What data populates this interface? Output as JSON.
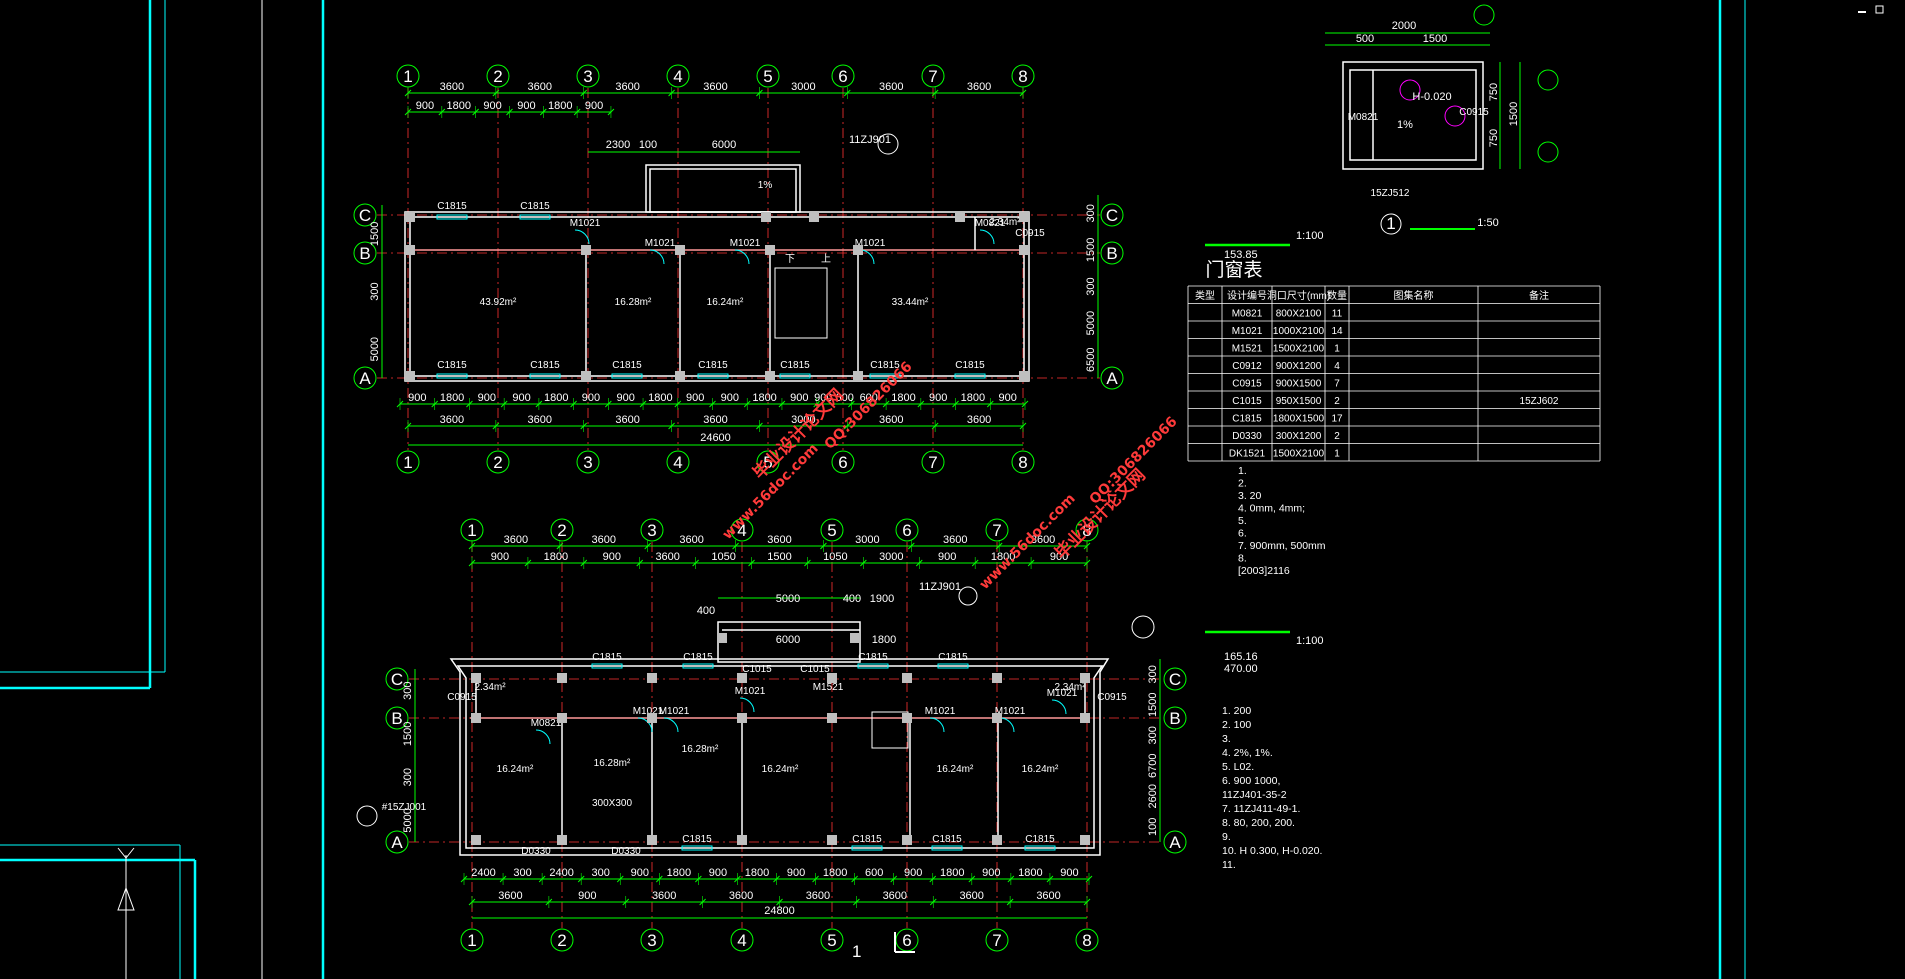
{
  "plan_upper": {
    "axis_numbers": [
      "1",
      "2",
      "3",
      "4",
      "5",
      "6",
      "7",
      "8"
    ],
    "axis_letters": [
      "C",
      "B",
      "A"
    ],
    "top_dims_primary": [
      "3600",
      "3600",
      "3600",
      "3600",
      "3000",
      "3600",
      "3600"
    ],
    "top_dims_secondary": [
      "900",
      "1800",
      "900",
      "900",
      "1800",
      "900"
    ],
    "upper_block_dims": [
      "2300",
      "100",
      "6000"
    ],
    "detail_ref": "11ZJ901",
    "bottom_dims_secondary": [
      "900",
      "1800",
      "900",
      "900",
      "1800",
      "900",
      "900",
      "1800",
      "900",
      "900",
      "1800",
      "900",
      "900 600",
      "600",
      "1800",
      "900",
      "1800",
      "900"
    ],
    "bottom_dims_primary": [
      "3600",
      "3600",
      "3600",
      "3600",
      "3000",
      "3600",
      "3600"
    ],
    "total_length": "24600",
    "left_dims": [
      "1500",
      "300",
      "5000"
    ],
    "right_dims": [
      "300",
      "1500",
      "300",
      "5000",
      "6500"
    ],
    "windows": [
      "C1815",
      "C1815",
      "C1815",
      "C1815",
      "C1815",
      "C1815",
      "C1815",
      "C1815",
      "C1815"
    ],
    "doors": [
      "M1021",
      "M1021",
      "M1021",
      "M1021",
      "M0821"
    ],
    "side_window": "C0915",
    "rooms": [
      {
        "area": "43.92m²"
      },
      {
        "area": "16.28m²"
      },
      {
        "area": "16.24m²"
      },
      {
        "area": "33.44m²"
      },
      {
        "area": "2.34m²"
      }
    ],
    "slope": "1%",
    "stairs_down": "下",
    "stairs_up": "上"
  },
  "plan_lower": {
    "axis_numbers": [
      "1",
      "2",
      "3",
      "4",
      "5",
      "6",
      "7",
      "8"
    ],
    "axis_letters": [
      "C",
      "B",
      "A"
    ],
    "top_dims_primary": [
      "3600",
      "3600",
      "3600",
      "3600",
      "3000",
      "3600",
      "3600"
    ],
    "top_dims_secondary": [
      "900",
      "1800",
      "900",
      "3600",
      "1050",
      "1500",
      "1050",
      "3000",
      "900",
      "1800",
      "900"
    ],
    "upper_block_dims": [
      "400",
      "5000",
      "400",
      "1900"
    ],
    "entry_dims": [
      "6000",
      "1800"
    ],
    "detail_ref": "11ZJ901",
    "bottom_dims_secondary": [
      "2400",
      "300",
      "2400",
      "300",
      "900",
      "1800",
      "900",
      "1800",
      "900",
      "1800",
      "600",
      "900",
      "1800",
      "900",
      "1800",
      "900"
    ],
    "bottom_dims_primary": [
      "3600",
      "900",
      "3600",
      "3600",
      "3600",
      "3600",
      "3600",
      "3600"
    ],
    "total_length": "24800",
    "left_dims": [
      "300",
      "1500",
      "300",
      "5000"
    ],
    "right_dims": [
      "300",
      "1500",
      "300",
      "6700",
      "2600",
      "100"
    ],
    "windows": [
      "C1815",
      "C1815",
      "C1815",
      "C1815",
      "C1815",
      "C1815",
      "C1815",
      "C1815"
    ],
    "doors": [
      "M1021",
      "M1021",
      "M1021",
      "M1021",
      "M1021",
      "M1021",
      "M0821"
    ],
    "entry_door": "M1521",
    "entry_windows": [
      "C1015",
      "C1015"
    ],
    "low_windows": [
      "D0330",
      "D0330"
    ],
    "side_windows": [
      "C0915",
      "C0915"
    ],
    "rooms": [
      {
        "area": "16.24m²"
      },
      {
        "area": "16.28m²"
      },
      {
        "area": "16.28m²"
      },
      {
        "area": "16.24m²"
      },
      {
        "area": "16.24m²"
      },
      {
        "area": "16.24m²"
      },
      {
        "area": "2.34m²"
      },
      {
        "area": "2.34m²"
      }
    ],
    "room_note": "300X300",
    "slope_ref": "#15ZJ001",
    "section_mark": "1"
  },
  "toilet_detail": {
    "dims_top": [
      "2000",
      "500",
      "1500"
    ],
    "dims_right": [
      "750",
      "1500",
      "750"
    ],
    "elevation": "H-0.020",
    "slope": "1%",
    "door": "M0821",
    "window": "C0915",
    "ref": "15ZJ512",
    "index": "1",
    "scale": "1:50"
  },
  "plan_upper_title": {
    "scale": "1:100",
    "area": "153.85"
  },
  "plan_lower_title": {
    "scale": "1:100",
    "area": "165.16",
    "area2": "470.00"
  },
  "schedule": {
    "title": "门窗表",
    "headers": [
      "类型",
      "设计编号",
      "洞口尺寸(mm)",
      "数量",
      "图集名称",
      "备注"
    ],
    "rows": [
      [
        "",
        "M0821",
        "800X2100",
        "11",
        "",
        ""
      ],
      [
        "",
        "M1021",
        "1000X2100",
        "14",
        "",
        ""
      ],
      [
        "",
        "M1521",
        "1500X2100",
        "1",
        "",
        ""
      ],
      [
        "",
        "C0912",
        "900X1200",
        "4",
        "",
        ""
      ],
      [
        "",
        "C0915",
        "900X1500",
        "7",
        "",
        ""
      ],
      [
        "",
        "C1015",
        "950X1500",
        "2",
        "",
        "15ZJ602"
      ],
      [
        "",
        "C1815",
        "1800X1500",
        "17",
        "",
        ""
      ],
      [
        "",
        "D0330",
        "300X1200",
        "2",
        "",
        ""
      ],
      [
        "",
        "DK1521",
        "1500X2100",
        "1",
        "",
        ""
      ]
    ]
  },
  "notes_upper": [
    "1. ",
    "2. ",
    "3. 20",
    "4. 0mm, 4mm;",
    "5. ",
    "6. ",
    "7. 900mm, 500mm",
    "8. ",
    "[2003]2116"
  ],
  "notes_lower": [
    "1. 200",
    "2. 100",
    "3. ",
    "4. 2%, 1%.",
    "5. L02.",
    "6. 900 1000,",
    "11ZJ401-35-2",
    "7. 11ZJ411-49-1.",
    "8. 80, 200, 200.",
    "9. ",
    "10. H 0.300, H-0.020.",
    "11. "
  ],
  "watermark": {
    "text1": "毕业设计论文网",
    "text2": "www.56doc.com",
    "text3": "QQ:306826066"
  },
  "colors": {
    "wall": "#ffffff",
    "axis": "#ff3333",
    "dim": "#00ff00",
    "frame": "#00ffff",
    "window": "#00ffff",
    "door": "#00ffff",
    "column": "#bfbfbf",
    "sanitary": "#ff00ff",
    "watermark": "#ff2a2a"
  }
}
